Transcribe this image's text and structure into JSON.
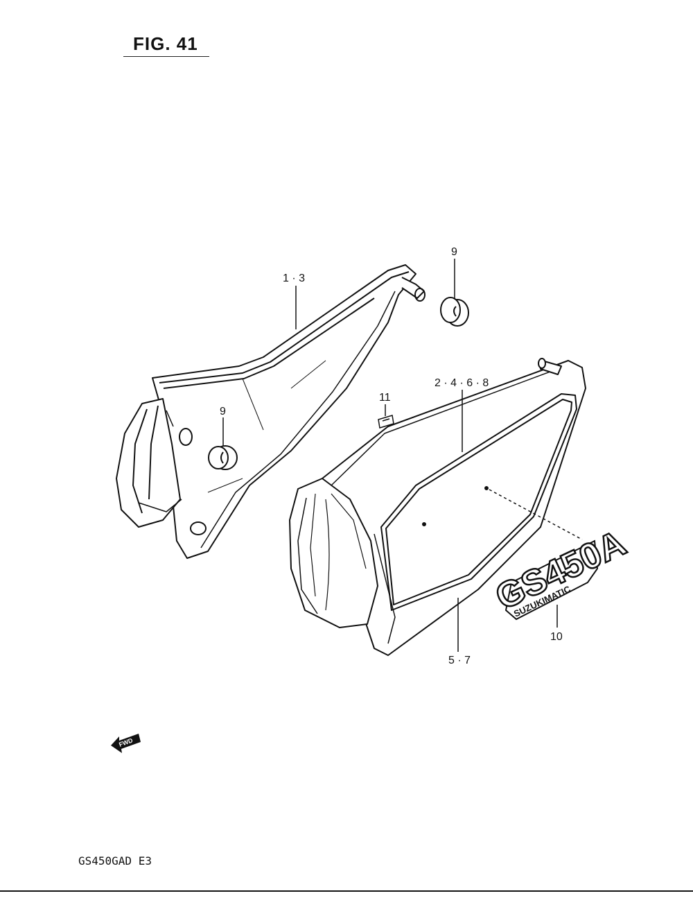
{
  "figure": {
    "title": "FIG. 41",
    "model_code": "GS450GAD E3"
  },
  "parts": [
    {
      "id": "p13",
      "label": "1 · 3",
      "name": "left frame cover"
    },
    {
      "id": "p9a",
      "label": "9",
      "name": "grommet (upper)"
    },
    {
      "id": "p9b",
      "label": "9",
      "name": "grommet (left)"
    },
    {
      "id": "p2468",
      "label": "2 · 4 · 6 · 8",
      "name": "right frame cover"
    },
    {
      "id": "p11",
      "label": "11",
      "name": "clip"
    },
    {
      "id": "p57",
      "label": "5 · 7",
      "name": "right frame cover (lower callout)"
    },
    {
      "id": "p10",
      "label": "10",
      "name": "emblem"
    }
  ],
  "emblem": {
    "main": "GS450A",
    "sub": "SUZUKIMATIC"
  },
  "direction": {
    "label": "FWD"
  }
}
